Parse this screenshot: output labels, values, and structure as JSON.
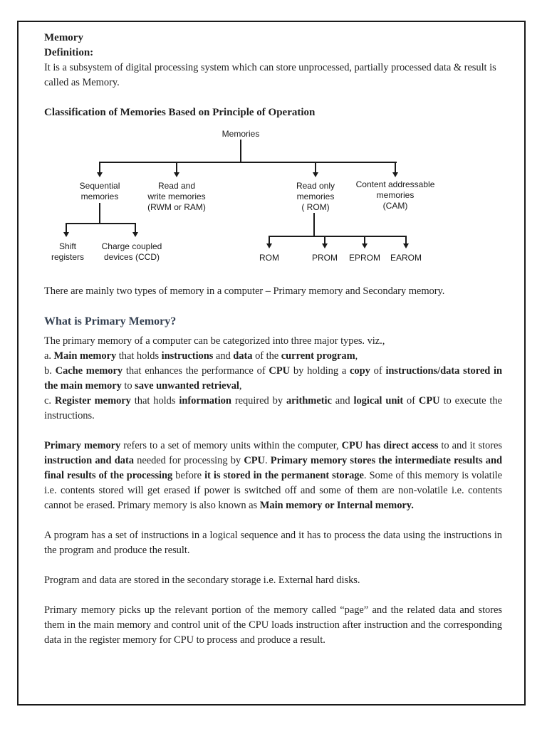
{
  "colors": {
    "ink": "#1f1f1f",
    "heading_accent": "#333f50",
    "border_and_lines": "#1a1a1a"
  },
  "doc": {
    "title": "Memory",
    "definition_label": "Definition:",
    "definition_text": "It is a subsystem of digital processing system which can store unprocessed, partially processed data & result is called as Memory.",
    "classification_heading": "Classification of Memories Based on Principle of Operation",
    "intro_line": "There are mainly two types of memory in a computer – Primary memory and Secondary memory.",
    "primary_heading": "What is Primary Memory?",
    "types_intro": "The primary memory of a computer can be categorized into three major types. viz.,",
    "type_a": [
      {
        "t": "a. ",
        "b": false
      },
      {
        "t": "Main memory",
        "b": true
      },
      {
        "t": " that holds ",
        "b": false
      },
      {
        "t": "instructions",
        "b": true
      },
      {
        "t": " and ",
        "b": false
      },
      {
        "t": "data",
        "b": true
      },
      {
        "t": " of the ",
        "b": false
      },
      {
        "t": "current program",
        "b": true
      },
      {
        "t": ",",
        "b": false
      }
    ],
    "type_b": [
      {
        "t": "b. ",
        "b": false
      },
      {
        "t": "Cache memory",
        "b": true
      },
      {
        "t": " that enhances the performance of ",
        "b": false
      },
      {
        "t": "CPU",
        "b": true
      },
      {
        "t": " by holding a ",
        "b": false
      },
      {
        "t": "copy",
        "b": true
      },
      {
        "t": " of ",
        "b": false
      },
      {
        "t": "instructions/data stored in the main memory",
        "b": true
      },
      {
        "t": " to ",
        "b": false
      },
      {
        "t": "save unwanted retrieval",
        "b": true
      },
      {
        "t": ",",
        "b": false
      }
    ],
    "type_c": [
      {
        "t": "c. ",
        "b": false
      },
      {
        "t": "Register memory",
        "b": true
      },
      {
        "t": " that holds ",
        "b": false
      },
      {
        "t": "information",
        "b": true
      },
      {
        "t": " required by ",
        "b": false
      },
      {
        "t": "arithmetic",
        "b": true
      },
      {
        "t": " and ",
        "b": false
      },
      {
        "t": "logical unit",
        "b": true
      },
      {
        "t": " of ",
        "b": false
      },
      {
        "t": "CPU",
        "b": true
      },
      {
        "t": " to execute the instructions.",
        "b": false
      }
    ],
    "primary_para": [
      {
        "t": "Primary memory",
        "b": true
      },
      {
        "t": " refers to a set of memory units within the computer, ",
        "b": false
      },
      {
        "t": "CPU has direct access",
        "b": true
      },
      {
        "t": " to and it stores ",
        "b": false
      },
      {
        "t": "instruction and data",
        "b": true
      },
      {
        "t": " needed for processing by ",
        "b": false
      },
      {
        "t": "CPU",
        "b": true
      },
      {
        "t": ". ",
        "b": false
      },
      {
        "t": "Primary memory stores the intermediate results and final results of the processing",
        "b": true
      },
      {
        "t": " before ",
        "b": false
      },
      {
        "t": "it is stored in the permanent storage",
        "b": true
      },
      {
        "t": ".  Some of this memory is volatile i.e. contents stored will get erased if power is switched off and some of them are non-volatile i.e. contents cannot be erased. Primary memory is also known as ",
        "b": false
      },
      {
        "t": "Main memory or Internal memory.",
        "b": true
      }
    ],
    "program_para": "A program has a set of instructions in a logical sequence and it has to process the data using the instructions in the program and produce the result.",
    "storage_para": "Program and data are stored in the secondary storage i.e. External hard disks.",
    "page_para": "Primary memory picks up the relevant portion of the memory called “page” and the related data and stores them in the main memory and control unit of the CPU loads instruction after instruction and the corresponding data in the register memory for CPU to process and produce a result."
  },
  "diagram": {
    "root": "Memories",
    "branches": [
      {
        "lines": [
          "Sequential",
          "memories"
        ]
      },
      {
        "lines": [
          "Read and",
          "write memories",
          "(RWM or RAM)"
        ]
      },
      {
        "lines": [
          "Read only",
          "memories",
          "( ROM)"
        ]
      },
      {
        "lines": [
          "Content addressable",
          "memories",
          "(CAM)"
        ]
      }
    ],
    "sequential_children": [
      {
        "lines": [
          "Shift",
          "registers"
        ]
      },
      {
        "lines": [
          "Charge coupled",
          "devices (CCD)"
        ]
      }
    ],
    "rom_children": [
      "ROM",
      "PROM",
      "EPROM",
      "EAROM"
    ]
  }
}
